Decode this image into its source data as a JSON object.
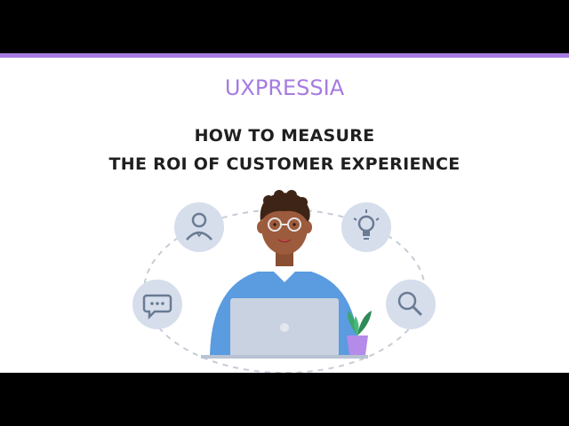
{
  "brand": {
    "name": "UXPRESSIA"
  },
  "headline": {
    "line1": "HOW TO MEASURE",
    "line2": "THE ROI OF CUSTOMER EXPERIENCE"
  },
  "colors": {
    "accent": "#A67BE0",
    "icon_bg": "#D6DEEC",
    "icon_fg": "#6A7B93",
    "shirt": "#5B9BE0",
    "skin": "#9C5B3C",
    "hair": "#3E2416",
    "laptop": "#C9D2E1",
    "plant_pot": "#B58BEA",
    "plant_leaf": "#3CA56B"
  },
  "icons": [
    "person-icon",
    "lightbulb-icon",
    "chat-icon",
    "search-icon"
  ]
}
